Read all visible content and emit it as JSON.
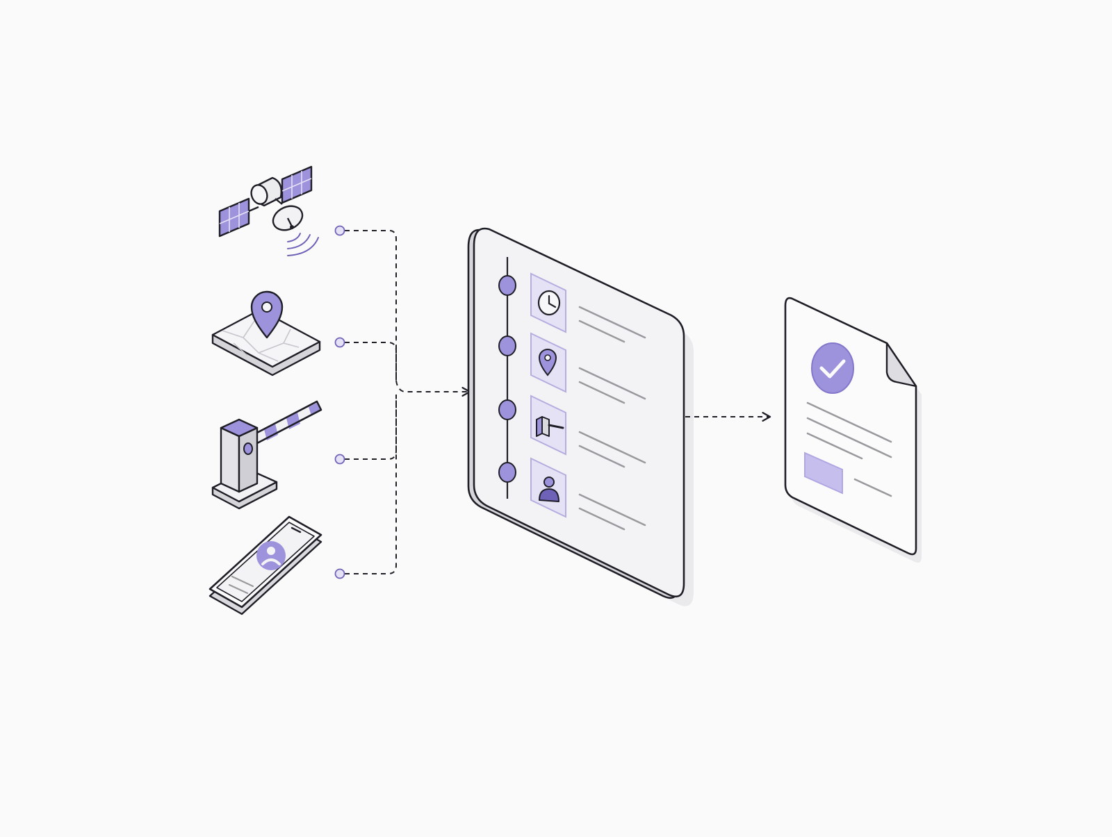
{
  "diagram": {
    "sources": [
      {
        "id": "satellite",
        "icon": "satellite-icon"
      },
      {
        "id": "map",
        "icon": "map-pin-icon"
      },
      {
        "id": "barrier",
        "icon": "barrier-gate-icon"
      },
      {
        "id": "phone",
        "icon": "smartphone-user-icon"
      }
    ],
    "timeline_entries": [
      {
        "id": "time",
        "icon": "clock-icon"
      },
      {
        "id": "location",
        "icon": "location-pin-icon"
      },
      {
        "id": "access",
        "icon": "barrier-icon"
      },
      {
        "id": "person",
        "icon": "person-icon"
      }
    ],
    "output": {
      "icon": "check-circle-icon"
    }
  },
  "colors": {
    "background": "#fafafa",
    "stroke": "#1e1e26",
    "accent": "#9d92dc",
    "accent_light": "#e6e2f6",
    "accent_dark": "#6e62b8",
    "panel": "#f3f3f5",
    "panel_side": "#dcdce0",
    "line": "#9a9a9e"
  }
}
